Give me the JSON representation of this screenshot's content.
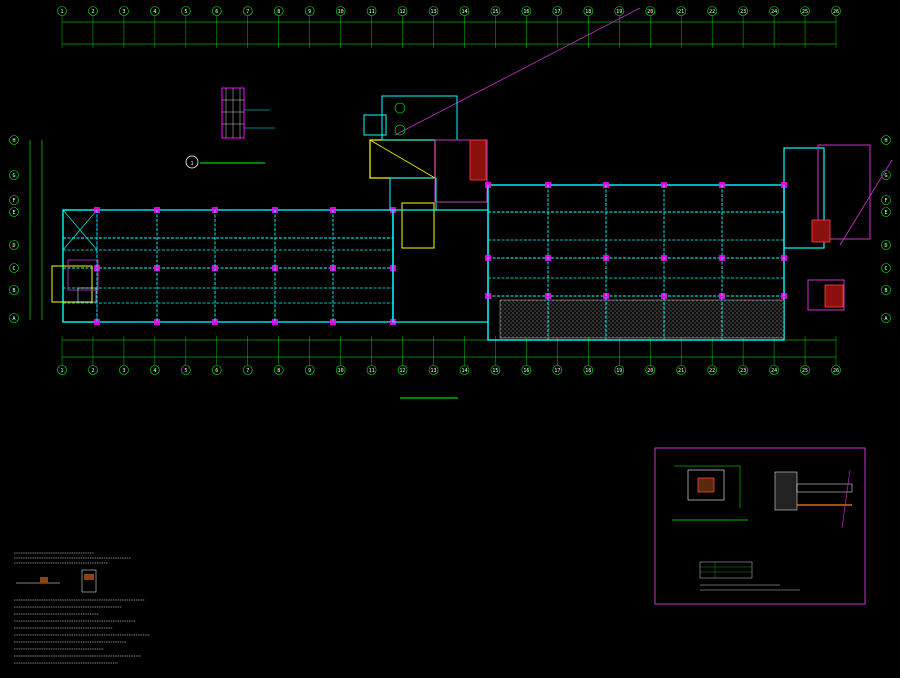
{
  "drawing": {
    "plan_title": "",
    "detail_title": "",
    "notes_heading": "",
    "colors": {
      "background": "#000000",
      "grid": "#00ff00",
      "wall": "#00ffff",
      "beam": "#1e90ff",
      "column": "#ff00ff",
      "text": "#ffff00",
      "accent": "#ff4040",
      "frame": "#cc33cc",
      "white": "#ffffff"
    },
    "top_axis_numbers": [
      "1",
      "2",
      "3",
      "4",
      "5",
      "6",
      "7",
      "8",
      "9",
      "10",
      "11",
      "12",
      "13",
      "14",
      "15",
      "16",
      "17",
      "18",
      "19",
      "20",
      "21",
      "22",
      "23",
      "24",
      "25",
      "26"
    ],
    "bottom_axis_numbers": [
      "1",
      "2",
      "3",
      "4",
      "5",
      "6",
      "7",
      "8",
      "9",
      "10",
      "11",
      "12",
      "13",
      "14",
      "15",
      "16",
      "17",
      "18",
      "19",
      "20",
      "21",
      "22",
      "23",
      "24",
      "25",
      "26"
    ],
    "left_axis_letters": [
      "H",
      "G",
      "F",
      "E",
      "D",
      "C",
      "B",
      "A"
    ],
    "right_axis_letters": [
      "H",
      "G",
      "F",
      "E",
      "D",
      "C",
      "B",
      "A"
    ],
    "section_marker": "1"
  }
}
